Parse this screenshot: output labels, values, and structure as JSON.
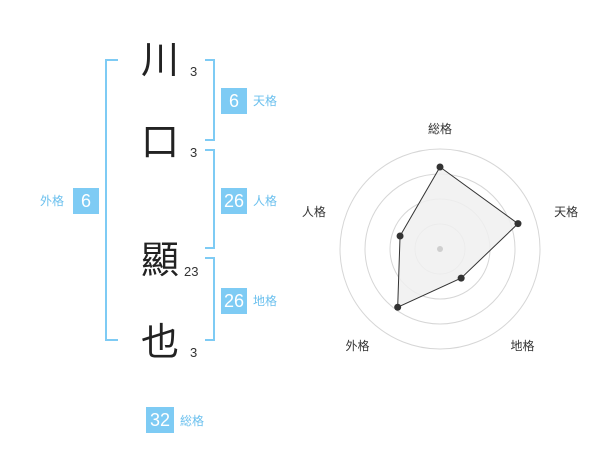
{
  "name": {
    "chars": [
      {
        "char": "川",
        "strokes": "3"
      },
      {
        "char": "口",
        "strokes": "3"
      },
      {
        "char": "顯",
        "strokes": "23"
      },
      {
        "char": "也",
        "strokes": "3"
      }
    ]
  },
  "kaku": {
    "tenkaku": {
      "label": "天格",
      "value": "6"
    },
    "jinkaku": {
      "label": "人格",
      "value": "26"
    },
    "chikaku": {
      "label": "地格",
      "value": "26"
    },
    "gaikaku": {
      "label": "外格",
      "value": "6"
    },
    "soukaku": {
      "label": "総格",
      "value": "32"
    }
  },
  "colors": {
    "accent": "#7ecbf4",
    "bracket": "#7ecbf4",
    "label": "#6bc0ee",
    "polygon_fill": "#f0f0f0"
  },
  "chart_data": {
    "type": "radar",
    "axes": [
      "総格",
      "天格",
      "地格",
      "外格",
      "人格"
    ],
    "values": [
      0.82,
      0.82,
      0.36,
      0.72,
      0.42
    ],
    "rings": 4,
    "grid": true
  }
}
